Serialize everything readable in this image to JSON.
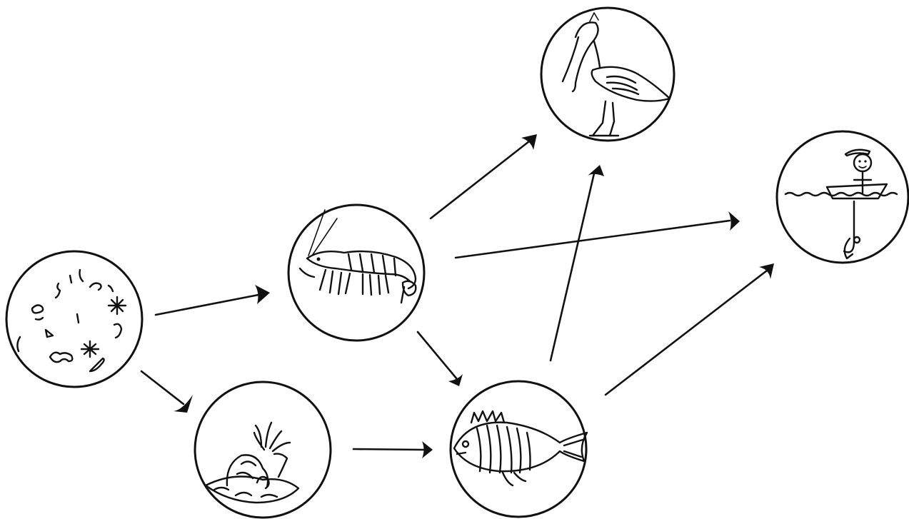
{
  "diagram": {
    "kind": "food-web",
    "background": "#ffffff",
    "ink_color": "#111111",
    "nodes": [
      {
        "id": "plankton",
        "icon": "plankton-icon"
      },
      {
        "id": "shrimp",
        "icon": "shrimp-icon"
      },
      {
        "id": "barnacle",
        "icon": "barnacle-icon"
      },
      {
        "id": "fish",
        "icon": "fish-icon"
      },
      {
        "id": "pelican",
        "icon": "pelican-icon"
      },
      {
        "id": "fisherman",
        "icon": "fisherman-icon"
      }
    ],
    "edges": [
      {
        "from": "plankton",
        "to": "shrimp"
      },
      {
        "from": "plankton",
        "to": "barnacle"
      },
      {
        "from": "shrimp",
        "to": "pelican"
      },
      {
        "from": "shrimp",
        "to": "fisherman"
      },
      {
        "from": "shrimp",
        "to": "fish"
      },
      {
        "from": "barnacle",
        "to": "fish"
      },
      {
        "from": "fish",
        "to": "pelican"
      },
      {
        "from": "fish",
        "to": "fisherman"
      }
    ]
  }
}
